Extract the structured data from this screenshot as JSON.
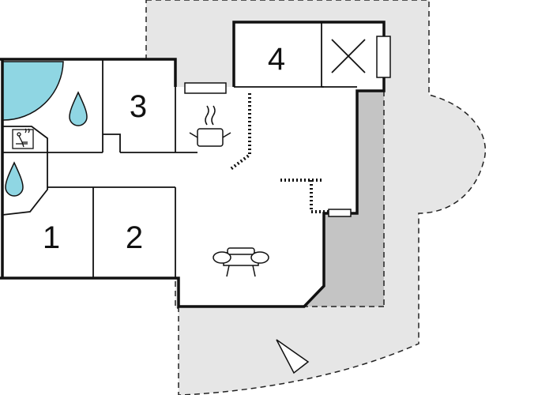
{
  "colors": {
    "terrain": "#e6e6e6",
    "terrace": "#c4c4c4",
    "wall": "#111111",
    "water": "#8fd6e3",
    "background": "#ffffff"
  },
  "rooms": [
    {
      "label": "1"
    },
    {
      "label": "2"
    },
    {
      "label": "3"
    },
    {
      "label": "4"
    }
  ],
  "icons": [
    "spa-pool-icon",
    "water-drop-icon",
    "sauna-icon",
    "cooking-pot-icon",
    "sofa-icon",
    "north-arrow-icon",
    "window-icon",
    "cross-icon"
  ]
}
